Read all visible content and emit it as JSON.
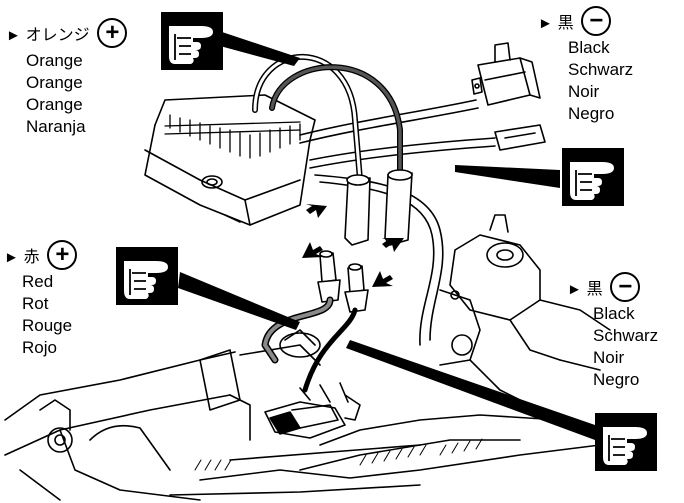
{
  "callouts": {
    "esc_positive": {
      "japanese": "オレンジ",
      "sign": "+",
      "translations": [
        "Orange",
        "Orange",
        "Orange",
        "Naranja"
      ]
    },
    "switch_negative": {
      "japanese": "黒",
      "sign": "−",
      "translations": [
        "Black",
        "Schwarz",
        "Noir",
        "Negro"
      ]
    },
    "motor_positive": {
      "japanese": "赤",
      "sign": "+",
      "translations": [
        "Red",
        "Rot",
        "Rouge",
        "Rojo"
      ]
    },
    "motor_negative": {
      "japanese": "黒",
      "sign": "−",
      "translations": [
        "Black",
        "Schwarz",
        "Noir",
        "Negro"
      ]
    }
  },
  "icons": [
    "arrow-right-icon",
    "pointing-hand-icon",
    "plus-circle-icon",
    "minus-circle-icon"
  ]
}
